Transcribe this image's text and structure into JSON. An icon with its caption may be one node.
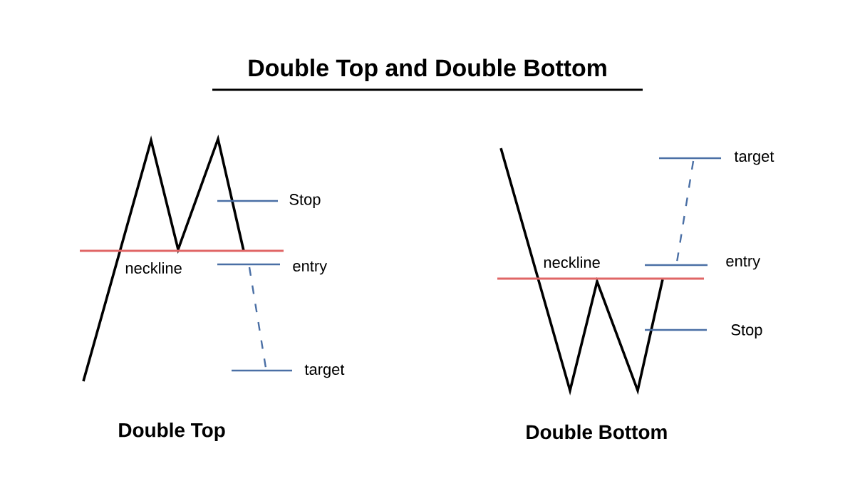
{
  "diagram": {
    "title": "Double Top and Double Bottom",
    "labels": [
      "Stop",
      "neckline",
      "entry",
      "target",
      "Double Top",
      "target",
      "neckline",
      "entry",
      "Stop",
      "Double Bottom"
    ]
  }
}
